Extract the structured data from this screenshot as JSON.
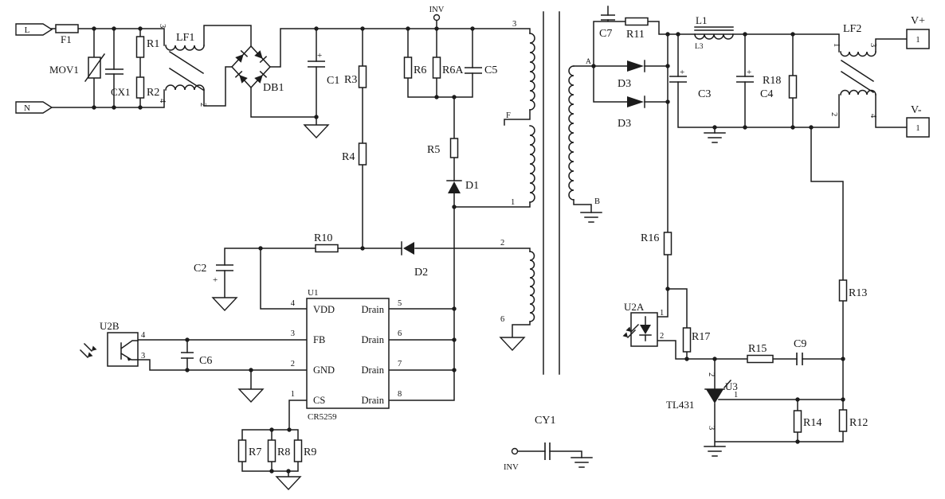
{
  "colors": {
    "ink": "#1c1c1c",
    "background": "#ffffff"
  },
  "marks": {
    "plus": "+"
  },
  "input": {
    "line": "L",
    "neutral": "N",
    "fuse": "F1",
    "varistor": "MOV1",
    "x_cap": "CX1",
    "r1": "R1",
    "r2": "R2",
    "choke": "LF1",
    "choke_pins": {
      "p3": "3",
      "p4": "4",
      "p2": "2"
    }
  },
  "rectifier": {
    "bridge": "DB1",
    "bulk_cap": "C1"
  },
  "startup": {
    "r3": "R3",
    "r4": "R4"
  },
  "clamp": {
    "r6": "R6",
    "r6a": "R6A",
    "c5": "C5",
    "r5": "R5",
    "d1": "D1",
    "test_point": "INV"
  },
  "aux": {
    "r10": "R10",
    "d2": "D2",
    "c2": "C2"
  },
  "controller": {
    "ref": "U1",
    "part": "CR5259",
    "pin_names": {
      "vdd": "VDD",
      "fb": "FB",
      "gnd": "GND",
      "cs": "CS",
      "drain": "Drain"
    },
    "pins": {
      "p1": "1",
      "p2": "2",
      "p3": "3",
      "p4": "4",
      "p5": "5",
      "p6": "6",
      "p7": "7",
      "p8": "8"
    }
  },
  "opto_rx": {
    "ref": "U2B",
    "p4": "4",
    "p3": "3",
    "c6": "C6"
  },
  "sense": {
    "r7": "R7",
    "r8": "R8",
    "r9": "R9"
  },
  "transformer": {
    "p3": "3",
    "tap_f": "F",
    "p1": "1",
    "p2": "2",
    "p6": "6",
    "sec_a": "A",
    "sec_b": "B"
  },
  "output": {
    "c7": "C7",
    "r11": "R11",
    "d3": "D3",
    "l1": "L1",
    "l3": "L3",
    "c3": "C3",
    "c4": "C4",
    "r18": "R18",
    "choke": "LF2",
    "choke_pins": {
      "p1": "1",
      "p3": "3",
      "p2": "2",
      "p4": "4"
    },
    "v_plus": "V+",
    "v_minus": "V-",
    "conn_pin": "1"
  },
  "feedback": {
    "r16": "R16",
    "opto_tx": "U2A",
    "p1": "1",
    "p2": "2",
    "r17": "R17",
    "r15": "R15",
    "c9": "C9",
    "r13": "R13",
    "shunt_ref": "U3",
    "shunt_part": "TL431",
    "u3_p2": "2",
    "u3_p1": "1",
    "u3_p3": "3",
    "r14": "R14",
    "r12": "R12"
  },
  "y_cap": {
    "cy1": "CY1",
    "test_point": "INV"
  }
}
